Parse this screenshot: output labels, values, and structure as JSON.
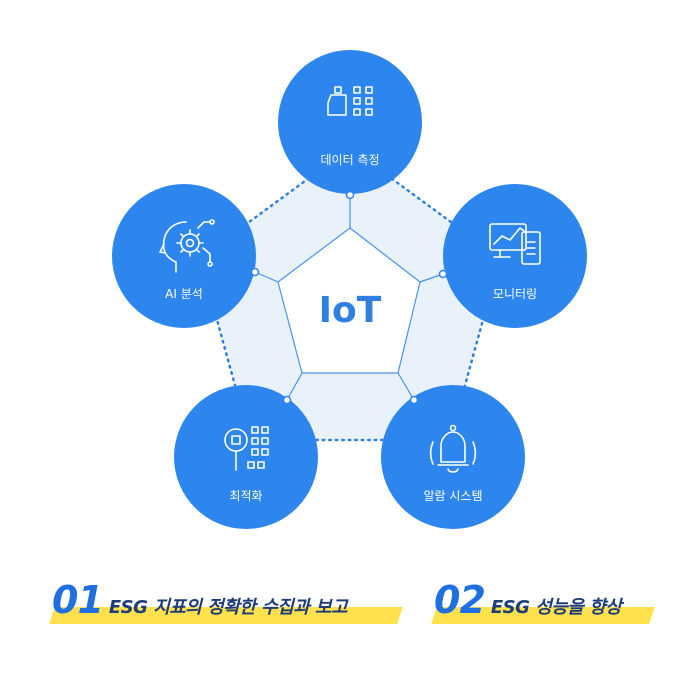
{
  "center": {
    "label": "IoT"
  },
  "nodes": [
    {
      "label": "데이터 측정",
      "icon": "data-grid-icon"
    },
    {
      "label": "모니터링",
      "icon": "monitor-chart-icon"
    },
    {
      "label": "알람 시스템",
      "icon": "bell-icon"
    },
    {
      "label": "최적화",
      "icon": "magnifier-grid-icon"
    },
    {
      "label": "AI 분석",
      "icon": "ai-head-gear-icon"
    }
  ],
  "colors": {
    "node": "#2c86ee",
    "hexagon_fill": "#e9f2fb",
    "accent": "#2f7fe0",
    "highlight": "#ffe14d"
  },
  "captions": [
    {
      "number": "01",
      "text": "ESG 지표의 정확한 수집과 보고"
    },
    {
      "number": "02",
      "text": "ESG 성능을 향상"
    }
  ]
}
